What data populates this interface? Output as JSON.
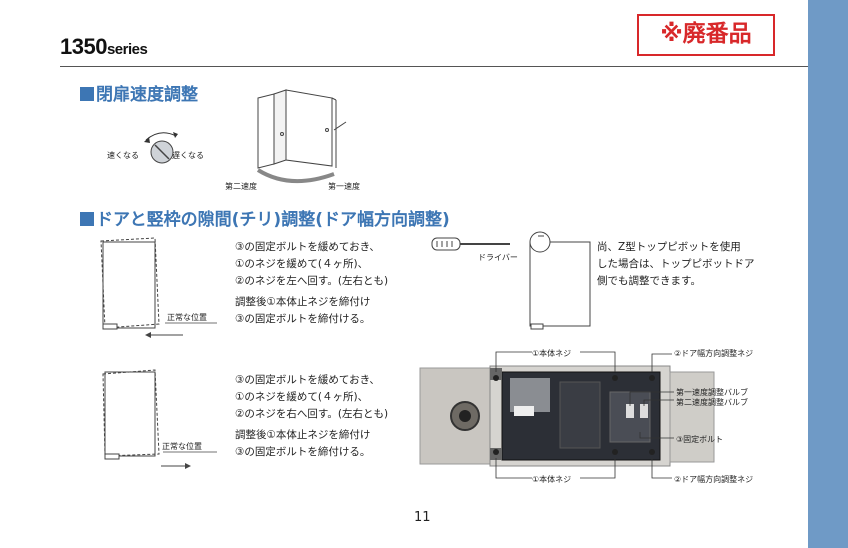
{
  "header": {
    "series_number": "1350",
    "series_suffix": "series",
    "discontinued_badge": "※廃番品"
  },
  "section1": {
    "heading": "閉扉速度調整",
    "faster_label": "速くなる",
    "slower_label": "遅くなる",
    "second_speed_label": "第二速度",
    "first_speed_label": "第一速度"
  },
  "section2": {
    "heading": "ドアと竪枠の隙間(チリ)調整(ドア幅方向調整)",
    "case1": {
      "line1": "③の固定ボルトを緩めておき、",
      "line2": "①のネジを緩めて(４ヶ所)、",
      "line3": "②のネジを左へ回す。(左右とも)",
      "line4": "調整後①本体止ネジを締付け",
      "line5": "③の固定ボルトを締付ける。",
      "normal_position": "正常な位置"
    },
    "case2": {
      "line1": "③の固定ボルトを緩めておき、",
      "line2": "①のネジを緩めて(４ヶ所)、",
      "line3": "②のネジを右へ回す。(左右とも)",
      "line4": "調整後①本体止ネジを締付け",
      "line5": "③の固定ボルトを締付ける。",
      "normal_position": "正常な位置"
    },
    "driver_label": "ドライバー",
    "note_line1": "尚、Z型トップピボットを使用",
    "note_line2": "した場合は、トップピボットドア",
    "note_line3": "側でも調整できます。",
    "callouts": {
      "body_screw_top": "①本体ネジ",
      "width_screw_top": "②ドア幅方向調整ネジ",
      "first_speed_valve": "第一速度調整バルブ",
      "second_speed_valve": "第二速度調整バルブ",
      "fixing_bolt": "③固定ボルト",
      "body_screw_bottom": "①本体ネジ",
      "width_screw_bottom": "②ドア幅方向調整ネジ"
    }
  },
  "footer": {
    "page_number": "11"
  }
}
